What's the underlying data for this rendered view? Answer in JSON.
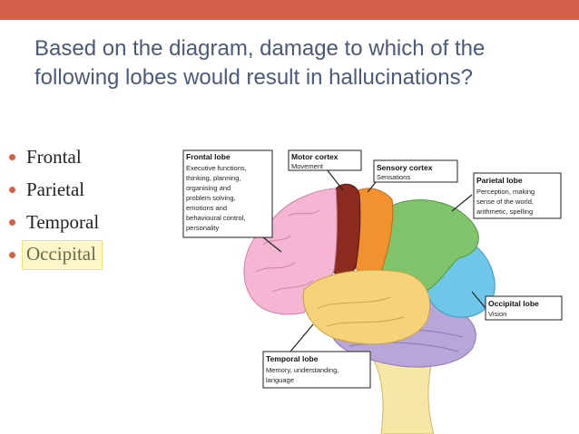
{
  "question": {
    "line1": "Based on the diagram, damage to which of the",
    "line2": "following lobes would result in hallucinations?"
  },
  "options": [
    "Frontal",
    "Parietal",
    "Temporal",
    "Occipital"
  ],
  "highlighted_option": "Occipital",
  "diagram": {
    "frontal": {
      "title": "Frontal lobe",
      "lines": [
        "Executive functions,",
        "thinking, planning,",
        "organising and",
        "problem solving,",
        "emotions and",
        "behavioural control,",
        "personality"
      ]
    },
    "motor": {
      "title": "Motor cortex",
      "lines": [
        "Movement"
      ]
    },
    "sensory": {
      "title": "Sensory cortex",
      "lines": [
        "Sensations"
      ]
    },
    "parietal": {
      "title": "Parietal lobe",
      "lines": [
        "Perception, making",
        "sense of the world,",
        "arithmetic, spelling"
      ]
    },
    "occipital": {
      "title": "Occipital lobe",
      "lines": [
        "Vision"
      ]
    },
    "temporal": {
      "title": "Temporal lobe",
      "lines": [
        "Memory, understanding,",
        "language"
      ]
    }
  },
  "colors": {
    "accent": "#d4614a",
    "question_text": "#4a5a7a",
    "highlight": "#fdf6c8",
    "frontal": "#f4b6d2",
    "motor": "#8b2a1e",
    "sensory": "#f2922e",
    "parietal": "#7fc46a",
    "occipital": "#6ec6e8",
    "temporal": "#f6d27a",
    "cerebellum": "#b9a6d8",
    "brainstem": "#f7e7a4"
  }
}
